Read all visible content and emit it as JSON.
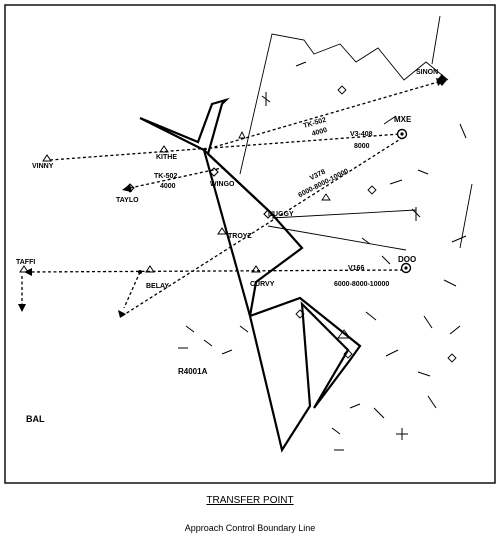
{
  "labels": {
    "sinon": "SINON",
    "mxe": "MXE",
    "vinny": "VINNY",
    "kithe": "KITHE",
    "taylo": "TAYLO",
    "wingo": "WINGO",
    "nuggy": "NUGGY",
    "troyz": "TROYZ",
    "taffi": "TAFFI",
    "belay": "BELAY",
    "curvy": "CURVY",
    "doo": "DOO",
    "r4001a": "R4001A",
    "bal": "BAL"
  },
  "routes": {
    "tk502_upper_name": "TK-502",
    "tk502_upper_alt": "4000",
    "v3_name": "V3-408",
    "v3_alt": "8000",
    "tk502_lower_name": "TK-502",
    "tk502_lower_alt": "4000",
    "v378_name": "V378",
    "v378_alt": "6000-8000-10000",
    "v166_name": "V166",
    "v166_alt": "6000-8000-10000"
  },
  "caption": {
    "title": "TRANSFER POINT",
    "subtitle": "Approach Control Boundary Line"
  }
}
